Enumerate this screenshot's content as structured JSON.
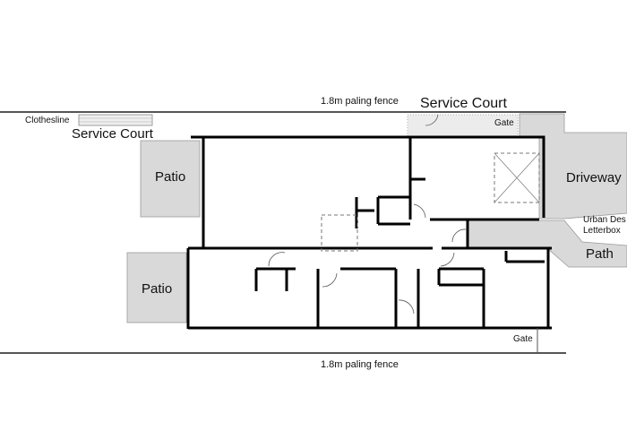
{
  "labels": {
    "fence_top": "1.8m paling fence",
    "fence_bottom": "1.8m paling fence",
    "service_court_top": "Service Court",
    "service_court_left": "Service Court",
    "clothesline": "Clothesline",
    "gate_top": "Gate",
    "gate_bottom": "Gate",
    "driveway": "Driveway",
    "urban_des": "Urban Des",
    "letterbox": "Letterbox",
    "path": "Path",
    "patio_upper": "Patio",
    "patio_lower": "Patio"
  },
  "colors": {
    "paving": "#d9d9d9",
    "wall": "#000000",
    "fence": "#555555"
  }
}
